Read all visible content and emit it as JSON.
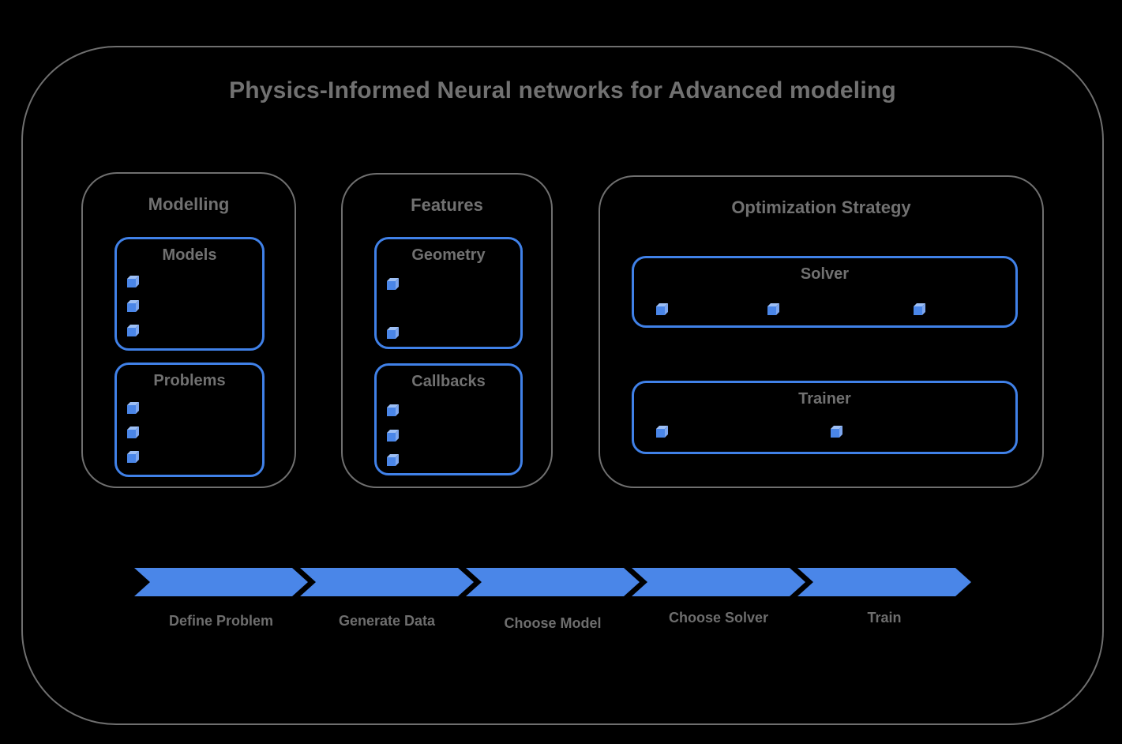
{
  "title": "Physics-Informed Neural networks for Advanced modeling",
  "colors": {
    "background": "#000000",
    "outline_gray": "#6f6f6f",
    "text_gray": "#717171",
    "box_border_blue": "#4081e8",
    "arrow_blue": "#4a86e8",
    "cube_front": "#4a86e8",
    "cube_top": "#9dbff5",
    "cube_side": "#7da6ee"
  },
  "groups": [
    {
      "label": "Modelling",
      "boxes": [
        {
          "title": "Models",
          "bullet_count": 3
        },
        {
          "title": "Problems",
          "bullet_count": 3
        }
      ]
    },
    {
      "label": "Features",
      "boxes": [
        {
          "title": "Geometry",
          "bullet_count": 2
        },
        {
          "title": "Callbacks",
          "bullet_count": 3
        }
      ]
    },
    {
      "label": "Optimization Strategy",
      "boxes": [
        {
          "title": "Solver",
          "bullet_count": 3
        },
        {
          "title": "Trainer",
          "bullet_count": 2
        }
      ]
    }
  ],
  "flow": {
    "steps": [
      {
        "label": "Define Problem"
      },
      {
        "label": "Generate Data"
      },
      {
        "label": "Choose Model"
      },
      {
        "label": "Choose Solver"
      },
      {
        "label": "Train"
      }
    ]
  }
}
